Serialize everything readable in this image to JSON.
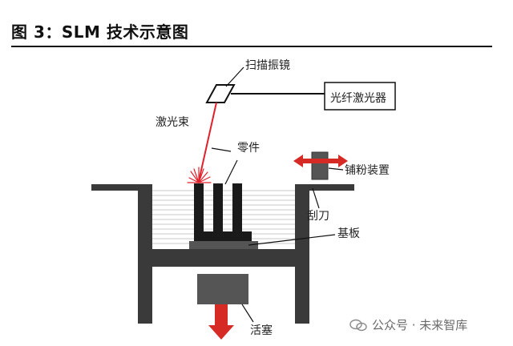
{
  "figure": {
    "title": "图 3：SLM 技术示意图"
  },
  "labels": {
    "scan_mirror": "扫描振镜",
    "fiber_laser": "光纤激光器",
    "laser_beam": "激光束",
    "part": "零件",
    "powder_device": "铺粉装置",
    "scraper": "刮刀",
    "substrate": "基板",
    "piston": "活塞"
  },
  "watermark": {
    "text": "公众号 · 未来智库"
  },
  "colors": {
    "laser": "#e0202a",
    "arrow": "#d62a24",
    "machine": "#3a3a3a",
    "piston_block": "#555555"
  }
}
